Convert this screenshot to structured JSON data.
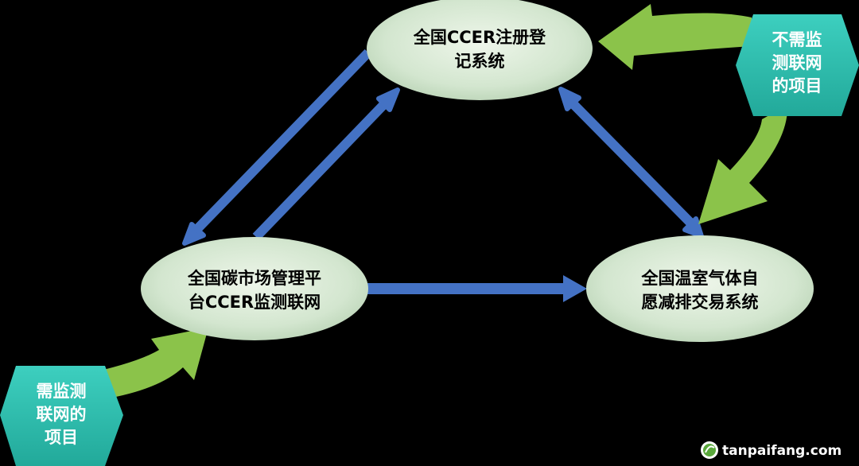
{
  "nodes": {
    "registry": {
      "line1": "全国CCER注册登",
      "line2": "记系统"
    },
    "platform": {
      "line1": "全国碳市场管理平",
      "line2": "台CCER监测联网"
    },
    "exchange": {
      "line1": "全国温室气体自",
      "line2": "愿减排交易系统"
    }
  },
  "sources": {
    "no_monitoring": {
      "line1": "不需监",
      "line2": "测联网",
      "line3": "的项目"
    },
    "needs_monitoring": {
      "line1": "需监测",
      "line2": "联网的",
      "line3": "项目"
    }
  },
  "watermark": {
    "text": "tanpaifang.com"
  },
  "colors": {
    "background": "#000000",
    "node_fill": "#d5e8d4",
    "hexagon_fill": "#2bbbad",
    "blue_arrow": "#4472c4",
    "green_arrow": "#8bc34a"
  }
}
